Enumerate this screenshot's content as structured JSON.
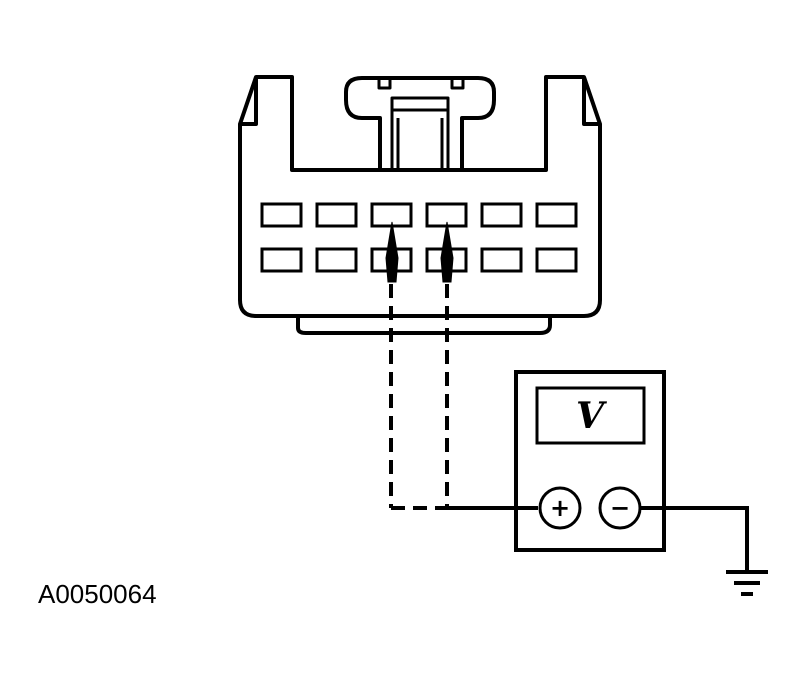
{
  "figure_id": "A0050064",
  "voltmeter": {
    "display_symbol": "V",
    "positive_terminal": "+",
    "negative_terminal": "−"
  },
  "connector": {
    "rows": 2,
    "cavities_per_row": 6
  },
  "colors": {
    "line": "#000000",
    "background": "#ffffff"
  }
}
